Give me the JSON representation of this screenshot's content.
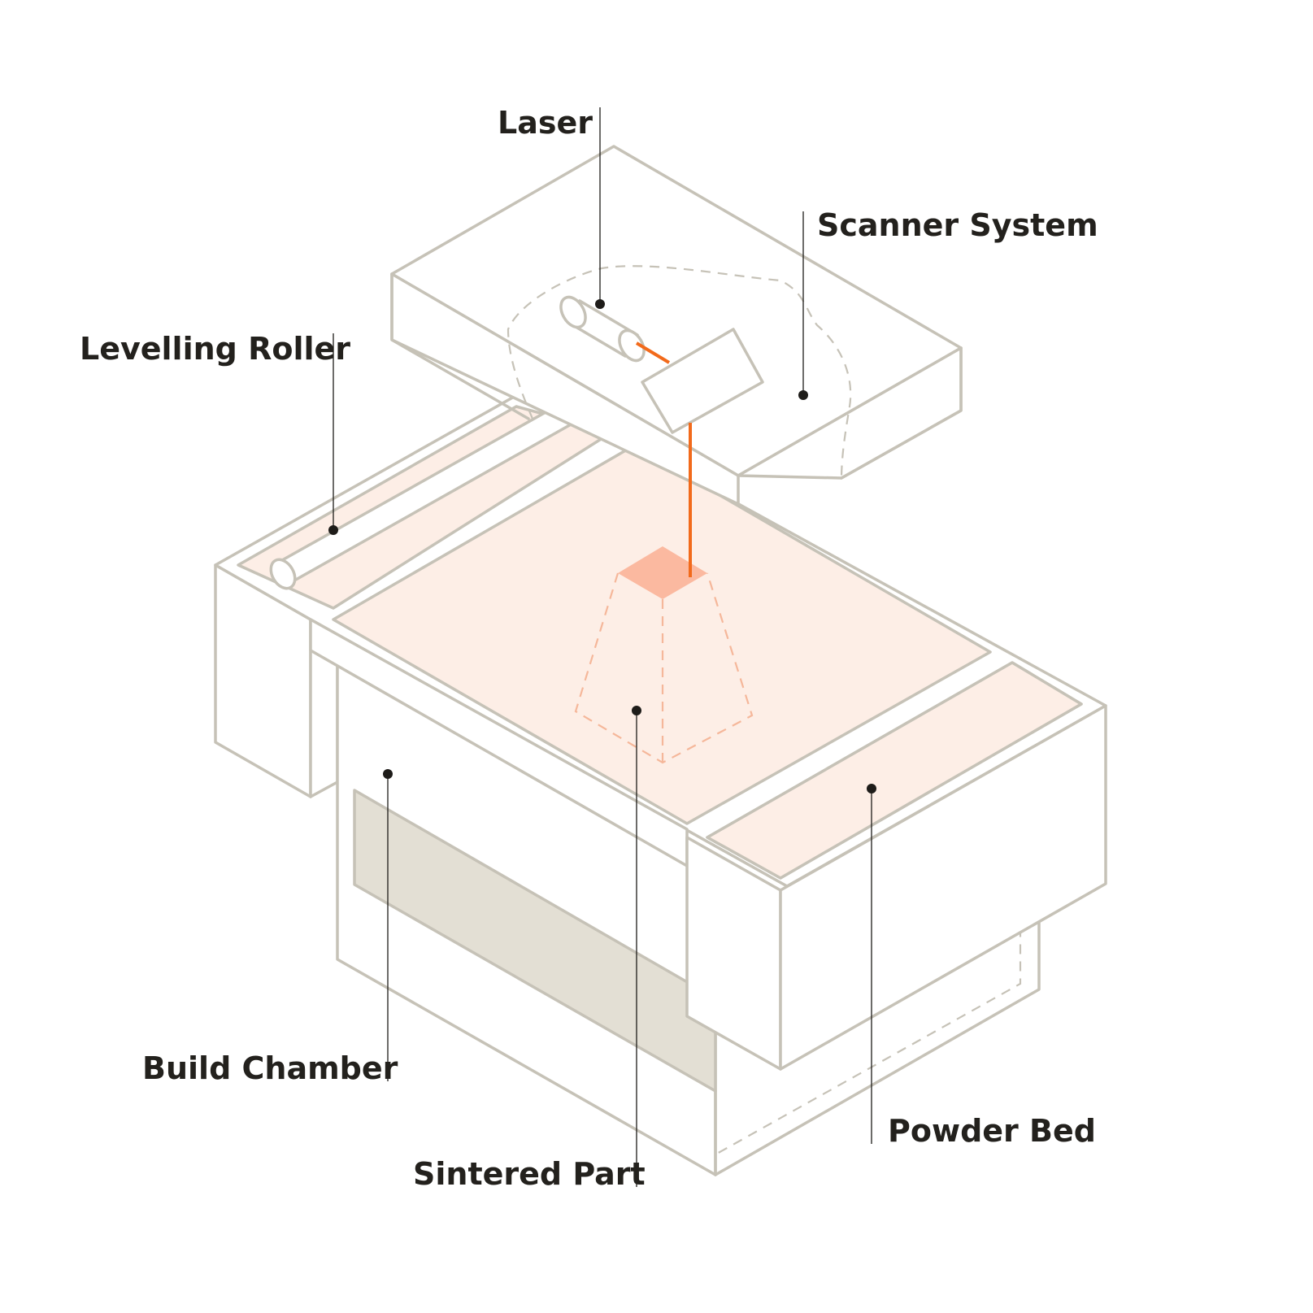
{
  "diagram": {
    "labels": {
      "laser": "Laser",
      "scanner_system": "Scanner System",
      "levelling_roller": "Levelling Roller",
      "build_chamber": "Build Chamber",
      "sintered_part": "Sintered Part",
      "powder_bed": "Powder Bed"
    },
    "colors": {
      "outline": "#c6c2b7",
      "powder": "#fdeee6",
      "sintered_top": "#fbb9a0",
      "laser_beam": "#f26a1b",
      "chamber_shadow": "#e3dfd4",
      "label_text": "#23211d"
    }
  }
}
